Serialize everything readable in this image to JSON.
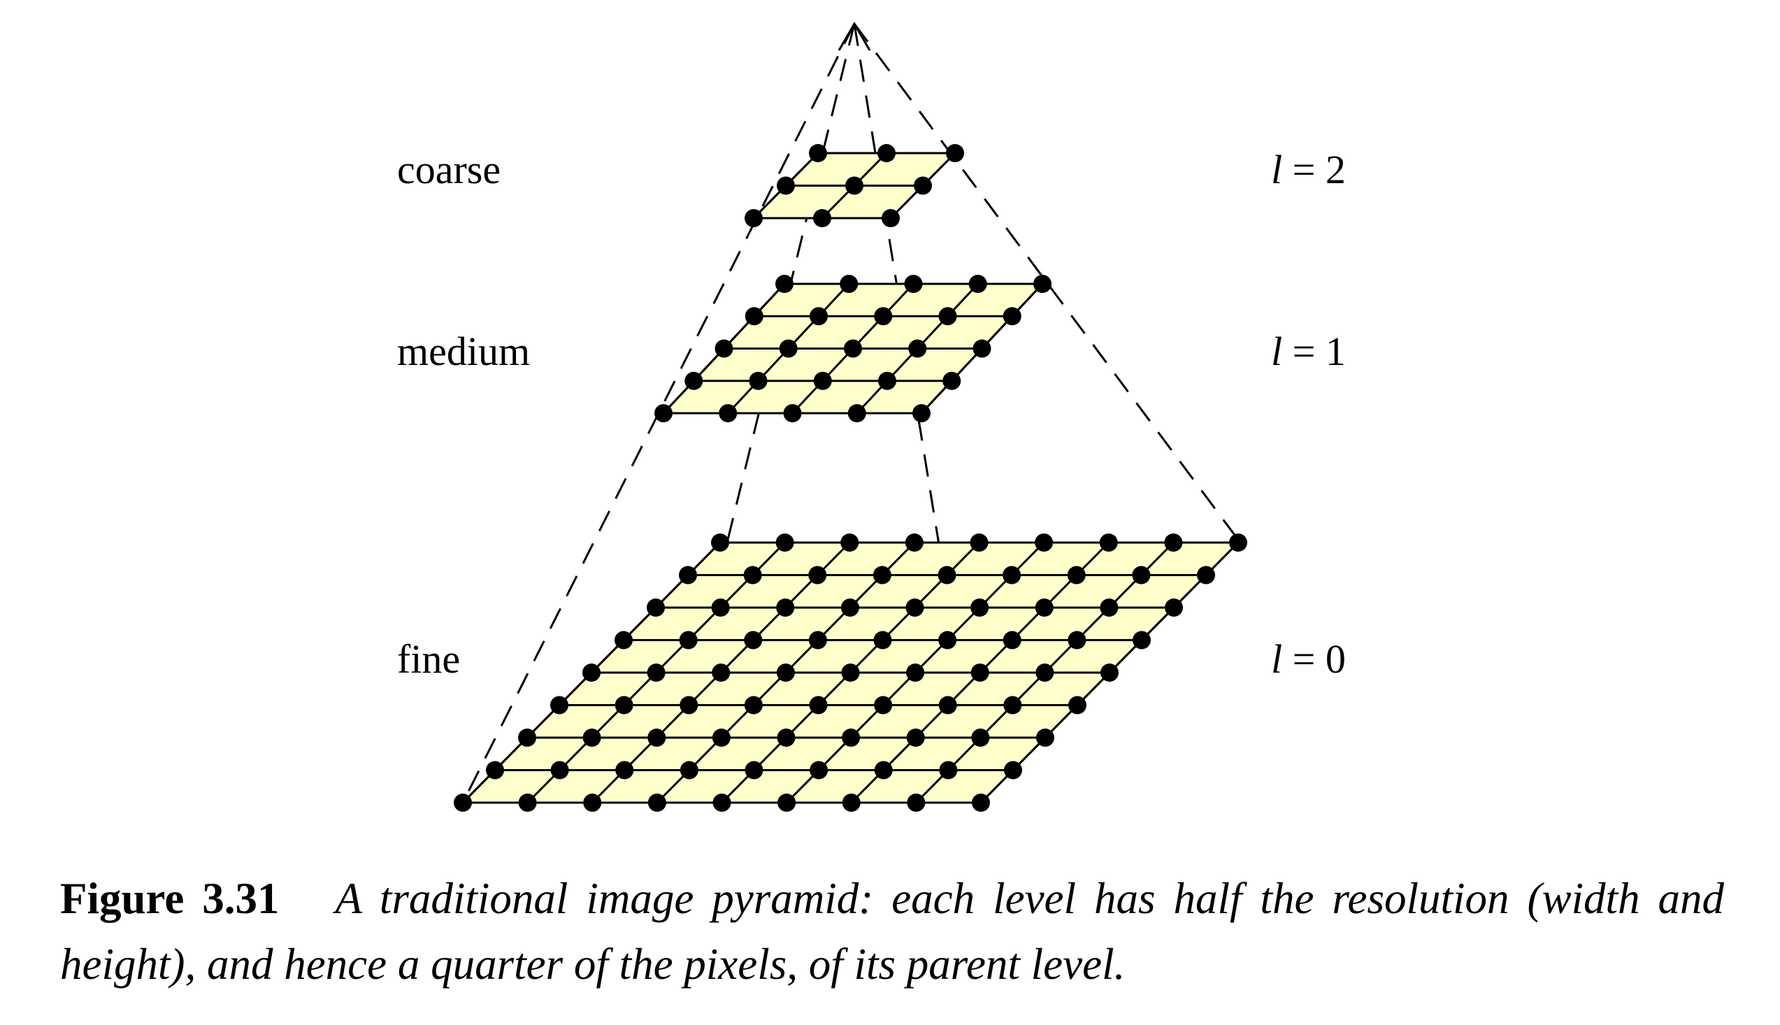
{
  "levels": [
    {
      "name": "fine",
      "level_label": "l = 0",
      "l": "l",
      "equals": " = ",
      "value": "0",
      "grid_points": 9
    },
    {
      "name": "medium",
      "level_label": "l = 1",
      "l": "l",
      "equals": " = ",
      "value": "1",
      "grid_points": 5
    },
    {
      "name": "coarse",
      "level_label": "l = 2",
      "l": "l",
      "equals": " = ",
      "value": "2",
      "grid_points": 3
    }
  ],
  "caption": {
    "number": "Figure 3.31",
    "text": "A traditional image pyramid: each level has half the resolution (width and height), and hence a quarter of the pixels, of its parent level."
  },
  "colors": {
    "plane_fill": "#FFFFCC",
    "grid_line": "#000000",
    "node": "#000000",
    "dashed_line": "#000000"
  }
}
